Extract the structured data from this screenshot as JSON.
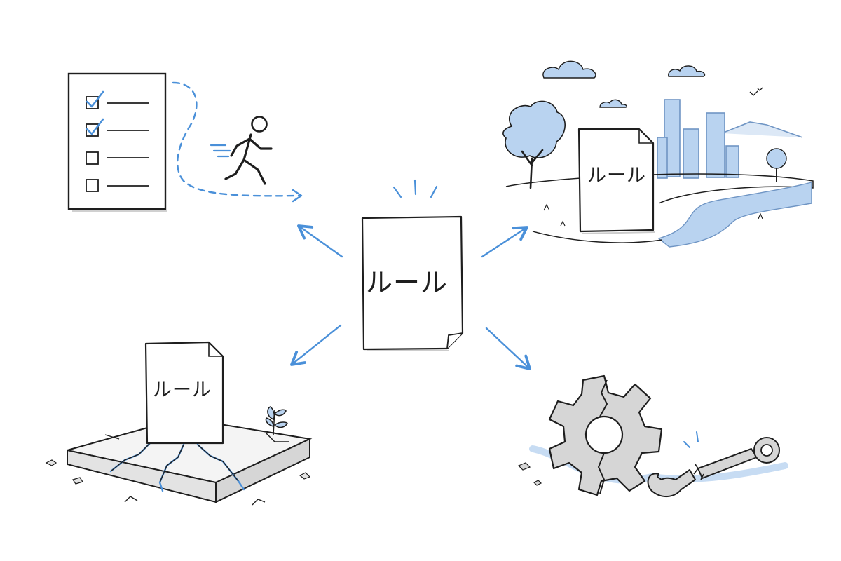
{
  "center_document": {
    "label": "ルール"
  },
  "scenes": {
    "checklist": {
      "checked_items": 2,
      "total_items": 4
    },
    "city": {
      "document_label": "ルール"
    },
    "cracked": {
      "document_label": "ルール"
    },
    "broken_gear": {}
  },
  "colors": {
    "ink": "#1e1e1e",
    "accent_blue": "#4a90d9",
    "light_blue": "#b9d3f0",
    "gray": "#9a9a9a"
  }
}
